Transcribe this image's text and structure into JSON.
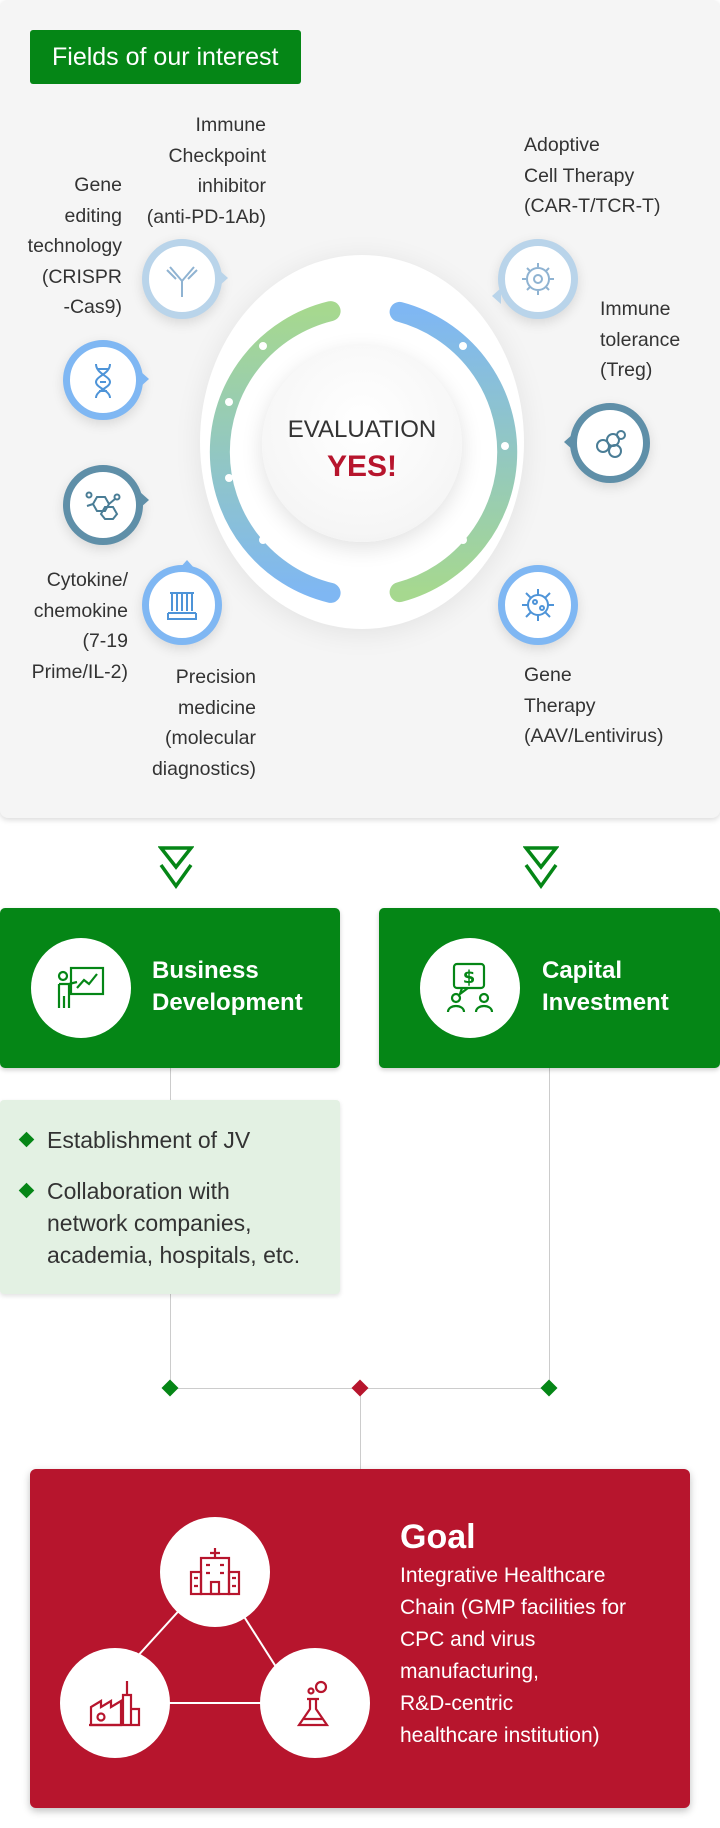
{
  "fields": {
    "title": "Fields of our interest",
    "center_label": "EVALUATION",
    "center_answer": "YES!",
    "items": [
      {
        "icon": "antibody-icon",
        "lines": [
          "Immune",
          "Checkpoint",
          "inhibitor",
          "(anti-PD-1Ab)"
        ]
      },
      {
        "icon": "dna-icon",
        "lines": [
          "Gene",
          "editing",
          "technology",
          "(CRISPR",
          "-Cas9)"
        ]
      },
      {
        "icon": "molecule-icon",
        "lines": [
          "Cytokine/",
          "chemokine",
          "(7-19",
          "Prime/IL-2)"
        ]
      },
      {
        "icon": "test-tubes-icon",
        "lines": [
          "Precision",
          "medicine",
          "(molecular",
          "diagnostics)"
        ]
      },
      {
        "icon": "cell-icon",
        "lines": [
          "Adoptive",
          "Cell Therapy",
          "(CAR-T/TCR-T)"
        ]
      },
      {
        "icon": "cells-cluster-icon",
        "lines": [
          "Immune",
          "tolerance",
          "(Treg)"
        ]
      },
      {
        "icon": "virus-icon",
        "lines": [
          "Gene",
          "Therapy",
          "(AAV/Lentivirus)"
        ]
      }
    ]
  },
  "business": {
    "title_lines": [
      "Business",
      "Development"
    ],
    "icon": "presentation-icon",
    "bullets": [
      {
        "lines": [
          "Establishment of JV"
        ]
      },
      {
        "lines": [
          "Collaboration with",
          "network companies,",
          "academia, hospitals, etc."
        ]
      }
    ]
  },
  "capital": {
    "title_lines": [
      "Capital",
      "Investment"
    ],
    "icon": "money-discussion-icon"
  },
  "goal": {
    "title": "Goal",
    "description_lines": [
      "Integrative Healthcare",
      "Chain (GMP facilities for",
      "CPC and virus",
      "manufacturing,",
      "R&D-centric",
      "healthcare institution)"
    ],
    "icons": [
      "hospital-icon",
      "factory-icon",
      "flask-icon"
    ]
  },
  "colors": {
    "green": "#058616",
    "red": "#b7152d",
    "blue_ring": "#7fb7f3",
    "light_green_panel": "#e3f1e3"
  }
}
